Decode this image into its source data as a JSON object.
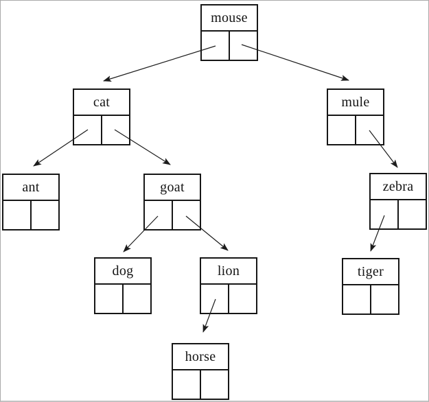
{
  "tree": {
    "type": "binary-tree-diagram",
    "node_labels": {
      "mouse": "mouse",
      "cat": "cat",
      "mule": "mule",
      "ant": "ant",
      "goat": "goat",
      "zebra": "zebra",
      "dog": "dog",
      "lion": "lion",
      "tiger": "tiger",
      "horse": "horse"
    },
    "edges": [
      {
        "from": "mouse",
        "slot": "left",
        "to": "cat"
      },
      {
        "from": "mouse",
        "slot": "right",
        "to": "mule"
      },
      {
        "from": "cat",
        "slot": "left",
        "to": "ant"
      },
      {
        "from": "cat",
        "slot": "right",
        "to": "goat"
      },
      {
        "from": "mule",
        "slot": "right",
        "to": "zebra"
      },
      {
        "from": "goat",
        "slot": "left",
        "to": "dog"
      },
      {
        "from": "goat",
        "slot": "right",
        "to": "lion"
      },
      {
        "from": "zebra",
        "slot": "left",
        "to": "tiger"
      },
      {
        "from": "lion",
        "slot": "left",
        "to": "horse"
      }
    ],
    "empty_pointer_slots": [
      "mule.left",
      "ant.left",
      "ant.right",
      "zebra.right",
      "dog.left",
      "dog.right",
      "lion.right",
      "tiger.left",
      "tiger.right",
      "horse.left",
      "horse.right"
    ]
  },
  "colors": {
    "line": "#1c1c1c",
    "box_border": "#161616",
    "text": "#141414",
    "canvas_border": "#a9a9a9",
    "background": "#ffffff"
  }
}
